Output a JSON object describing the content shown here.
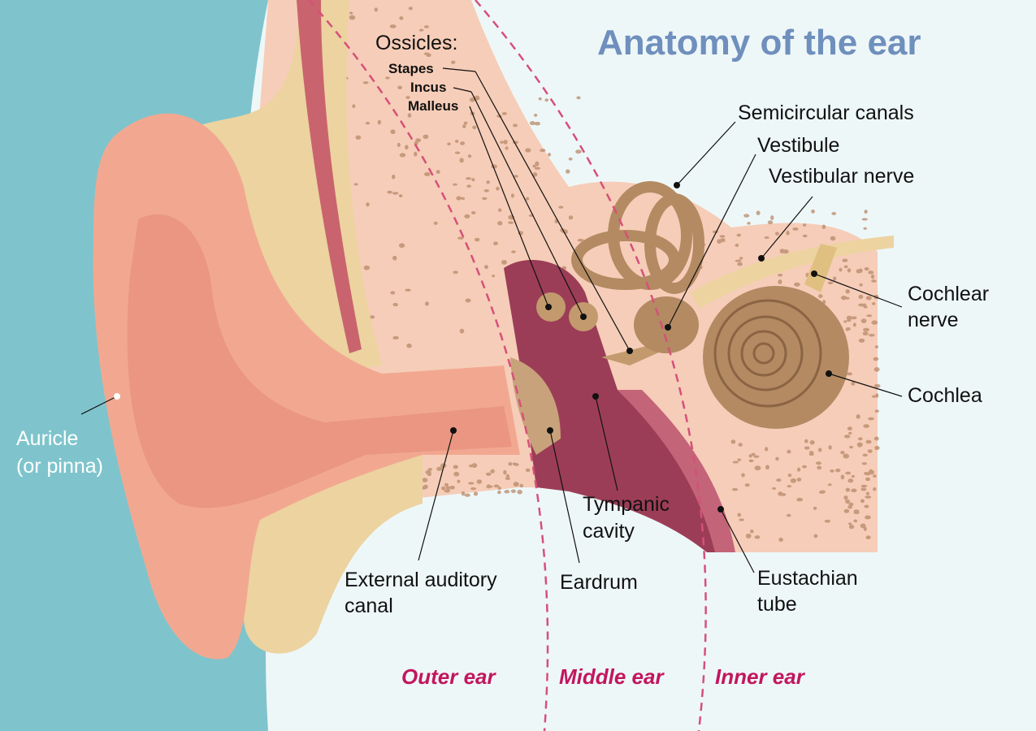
{
  "title": "Anatomy of the ear",
  "labels": {
    "ossicles": "Ossicles:",
    "stapes": "Stapes",
    "incus": "Incus",
    "malleus": "Malleus",
    "semicircular_canals": "Semicircular canals",
    "vestibule": "Vestibule",
    "vestibular_nerve": "Vestibular nerve",
    "cochlear_nerve_1": "Cochlear",
    "cochlear_nerve_2": "nerve",
    "cochlea": "Cochlea",
    "auricle_1": "Auricle",
    "auricle_2": "(or pinna)",
    "tympanic_1": "Tympanic",
    "tympanic_2": "cavity",
    "canal_1": "External auditory",
    "canal_2": "canal",
    "eardrum": "Eardrum",
    "eustachian_1": "Eustachian",
    "eustachian_2": "tube"
  },
  "regions": {
    "outer": "Outer ear",
    "middle": "Middle ear",
    "inner": "Inner ear"
  },
  "colors": {
    "skin_bg": "#7fc4cc",
    "background": "#eef7f8",
    "title": "#6f8fbd",
    "region": "#c2165e",
    "bone": "#f6cdb8",
    "cartilage": "#ecd3a0",
    "auricle": "#f2a890",
    "cavity": "#9c3d57",
    "inner_ear": "#b38a62"
  }
}
